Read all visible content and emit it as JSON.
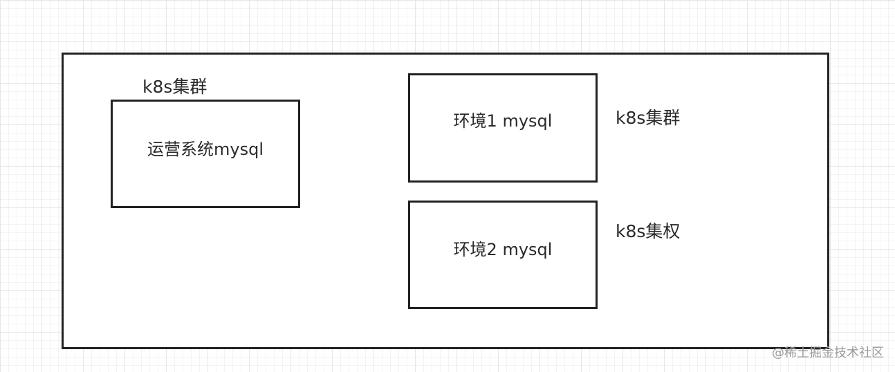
{
  "diagram": {
    "outer_container": {},
    "nodes": [
      {
        "id": "ops",
        "text": "运营系统mysql"
      },
      {
        "id": "env1",
        "text": "环境1 mysql"
      },
      {
        "id": "env2",
        "text": "环境2 mysql"
      }
    ],
    "labels": [
      {
        "id": "ops-cluster",
        "text": "k8s集群"
      },
      {
        "id": "env1-cluster",
        "text": "k8s集群"
      },
      {
        "id": "env2-cluster",
        "text": "k8s集权"
      }
    ]
  },
  "watermark": "@稀土掘金技术社区"
}
